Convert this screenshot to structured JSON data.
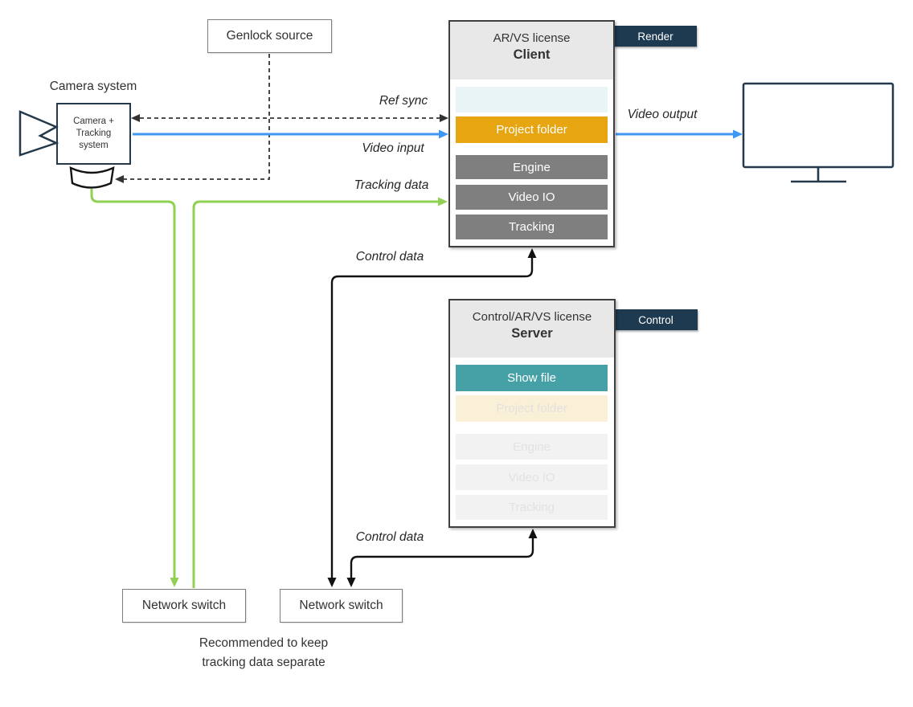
{
  "camera": {
    "title": "Camera system",
    "box_lines": [
      "Camera +",
      "Tracking",
      "system"
    ]
  },
  "genlock": {
    "label": "Genlock source"
  },
  "client": {
    "license": "AR/VS license",
    "role": "Client",
    "tag": "Render",
    "rows": [
      {
        "label": "",
        "state": "faded"
      },
      {
        "label": "Project folder",
        "state": "active"
      },
      {
        "label": "Engine",
        "state": "active"
      },
      {
        "label": "Video IO",
        "state": "active"
      },
      {
        "label": "Tracking",
        "state": "active"
      }
    ]
  },
  "server": {
    "license": "Control/AR/VS license",
    "role": "Server",
    "tag": "Control",
    "rows": [
      {
        "label": "Show file",
        "state": "active"
      },
      {
        "label": "Project folder",
        "state": "faded"
      },
      {
        "label": "Engine",
        "state": "faded"
      },
      {
        "label": "Video IO",
        "state": "faded"
      },
      {
        "label": "Tracking",
        "state": "faded"
      }
    ]
  },
  "switches": {
    "left": "Network switch",
    "right": "Network switch"
  },
  "note": {
    "line1": "Recommended to keep",
    "line2": "tracking data separate"
  },
  "flow_labels": {
    "ref_sync": "Ref sync",
    "video_input": "Video input",
    "tracking_data": "Tracking data",
    "video_output": "Video output",
    "control_data_upper": "Control data",
    "control_data_lower": "Control data"
  },
  "colors": {
    "accent_blue": "#3e97f3",
    "accent_green": "#90d052",
    "navy": "#1d3a50",
    "orange": "#e7a511",
    "teal": "#46a1a7",
    "row_gray": "#7f7f7f",
    "header_gray": "#e8e8e8",
    "faded_teal": "#e9f4f6",
    "faded_cream": "#faf0d7",
    "faded_gray": "#f2f2f2"
  }
}
